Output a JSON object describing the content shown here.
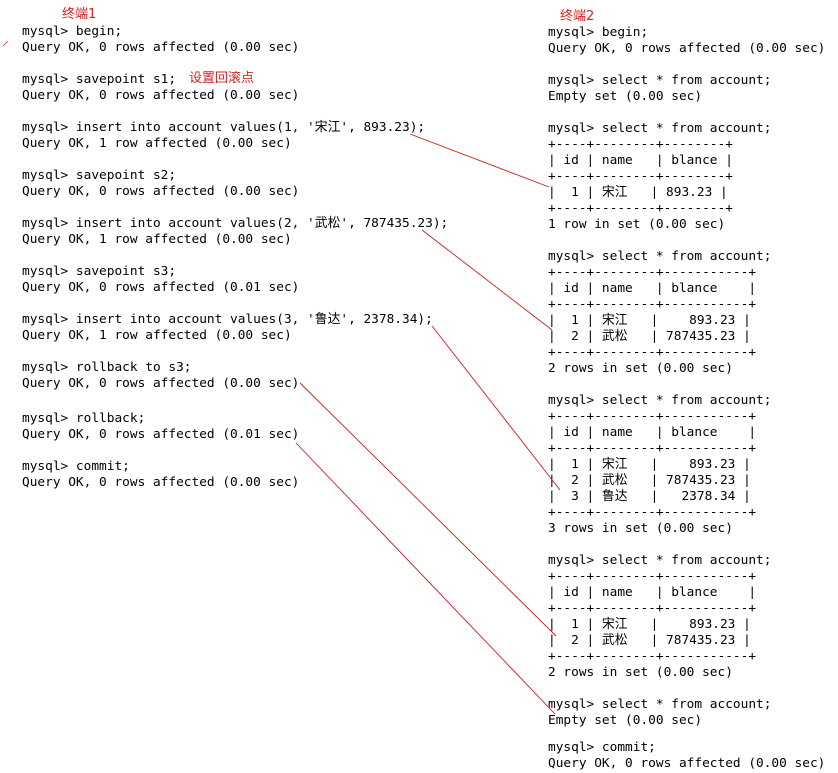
{
  "labels": {
    "terminal1": "终端1",
    "terminal2": "终端2",
    "savepoint_note": "设置回滚点"
  },
  "terminal1": [
    "mysql> begin;",
    "Query OK, 0 rows affected (0.00 sec)",
    "mysql> savepoint s1;",
    "Query OK, 0 rows affected (0.00 sec)",
    "mysql> insert into account values(1, '宋江', 893.23);",
    "Query OK, 1 row affected (0.00 sec)",
    "mysql> savepoint s2;",
    "Query OK, 0 rows affected (0.00 sec)",
    "mysql> insert into account values(2, '武松', 787435.23);",
    "Query OK, 1 row affected (0.00 sec)",
    "mysql> savepoint s3;",
    "Query OK, 0 rows affected (0.01 sec)",
    "mysql> insert into account values(3, '鲁达', 2378.34);",
    "Query OK, 1 row affected (0.00 sec)",
    "mysql> rollback to s3;",
    "Query OK, 0 rows affected (0.00 sec)",
    "mysql> rollback;",
    "Query OK, 0 rows affected (0.01 sec)",
    "mysql> commit;",
    "Query OK, 0 rows affected (0.00 sec)"
  ],
  "terminal2": [
    "mysql> begin;",
    "Query OK, 0 rows affected (0.00 sec)",
    "mysql> select * from account;",
    "Empty set (0.00 sec)",
    "mysql> select * from account;",
    "+----+--------+--------+",
    "| id | name   | blance |",
    "+----+--------+--------+",
    "|  1 | 宋江   | 893.23 |",
    "+----+--------+--------+",
    "1 row in set (0.00 sec)",
    "mysql> select * from account;",
    "+----+--------+-----------+",
    "| id | name   | blance    |",
    "+----+--------+-----------+",
    "|  1 | 宋江   |    893.23 |",
    "|  2 | 武松   | 787435.23 |",
    "+----+--------+-----------+",
    "2 rows in set (0.00 sec)",
    "mysql> select * from account;",
    "+----+--------+-----------+",
    "| id | name   | blance    |",
    "+----+--------+-----------+",
    "|  1 | 宋江   |    893.23 |",
    "|  2 | 武松   | 787435.23 |",
    "|  3 | 鲁达   |   2378.34 |",
    "+----+--------+-----------+",
    "3 rows in set (0.00 sec)",
    "mysql> select * from account;",
    "+----+--------+-----------+",
    "| id | name   | blance    |",
    "+----+--------+-----------+",
    "|  1 | 宋江   |    893.23 |",
    "|  2 | 武松   | 787435.23 |",
    "+----+--------+-----------+",
    "2 rows in set (0.00 sec)",
    "mysql> select * from account;",
    "Empty set (0.00 sec)",
    "mysql> commit;",
    "Query OK, 0 rows affected (0.00 sec)"
  ],
  "colors": {
    "annotation": "#e02020",
    "connector": "#cc1f1f",
    "text": "#000000"
  }
}
